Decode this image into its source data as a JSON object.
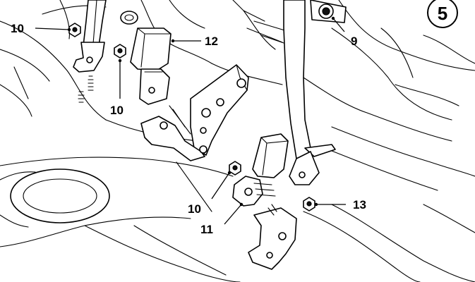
{
  "diagram": {
    "page_number": "5",
    "callouts": [
      "10",
      "12",
      "10",
      "9",
      "10",
      "11",
      "13"
    ]
  }
}
